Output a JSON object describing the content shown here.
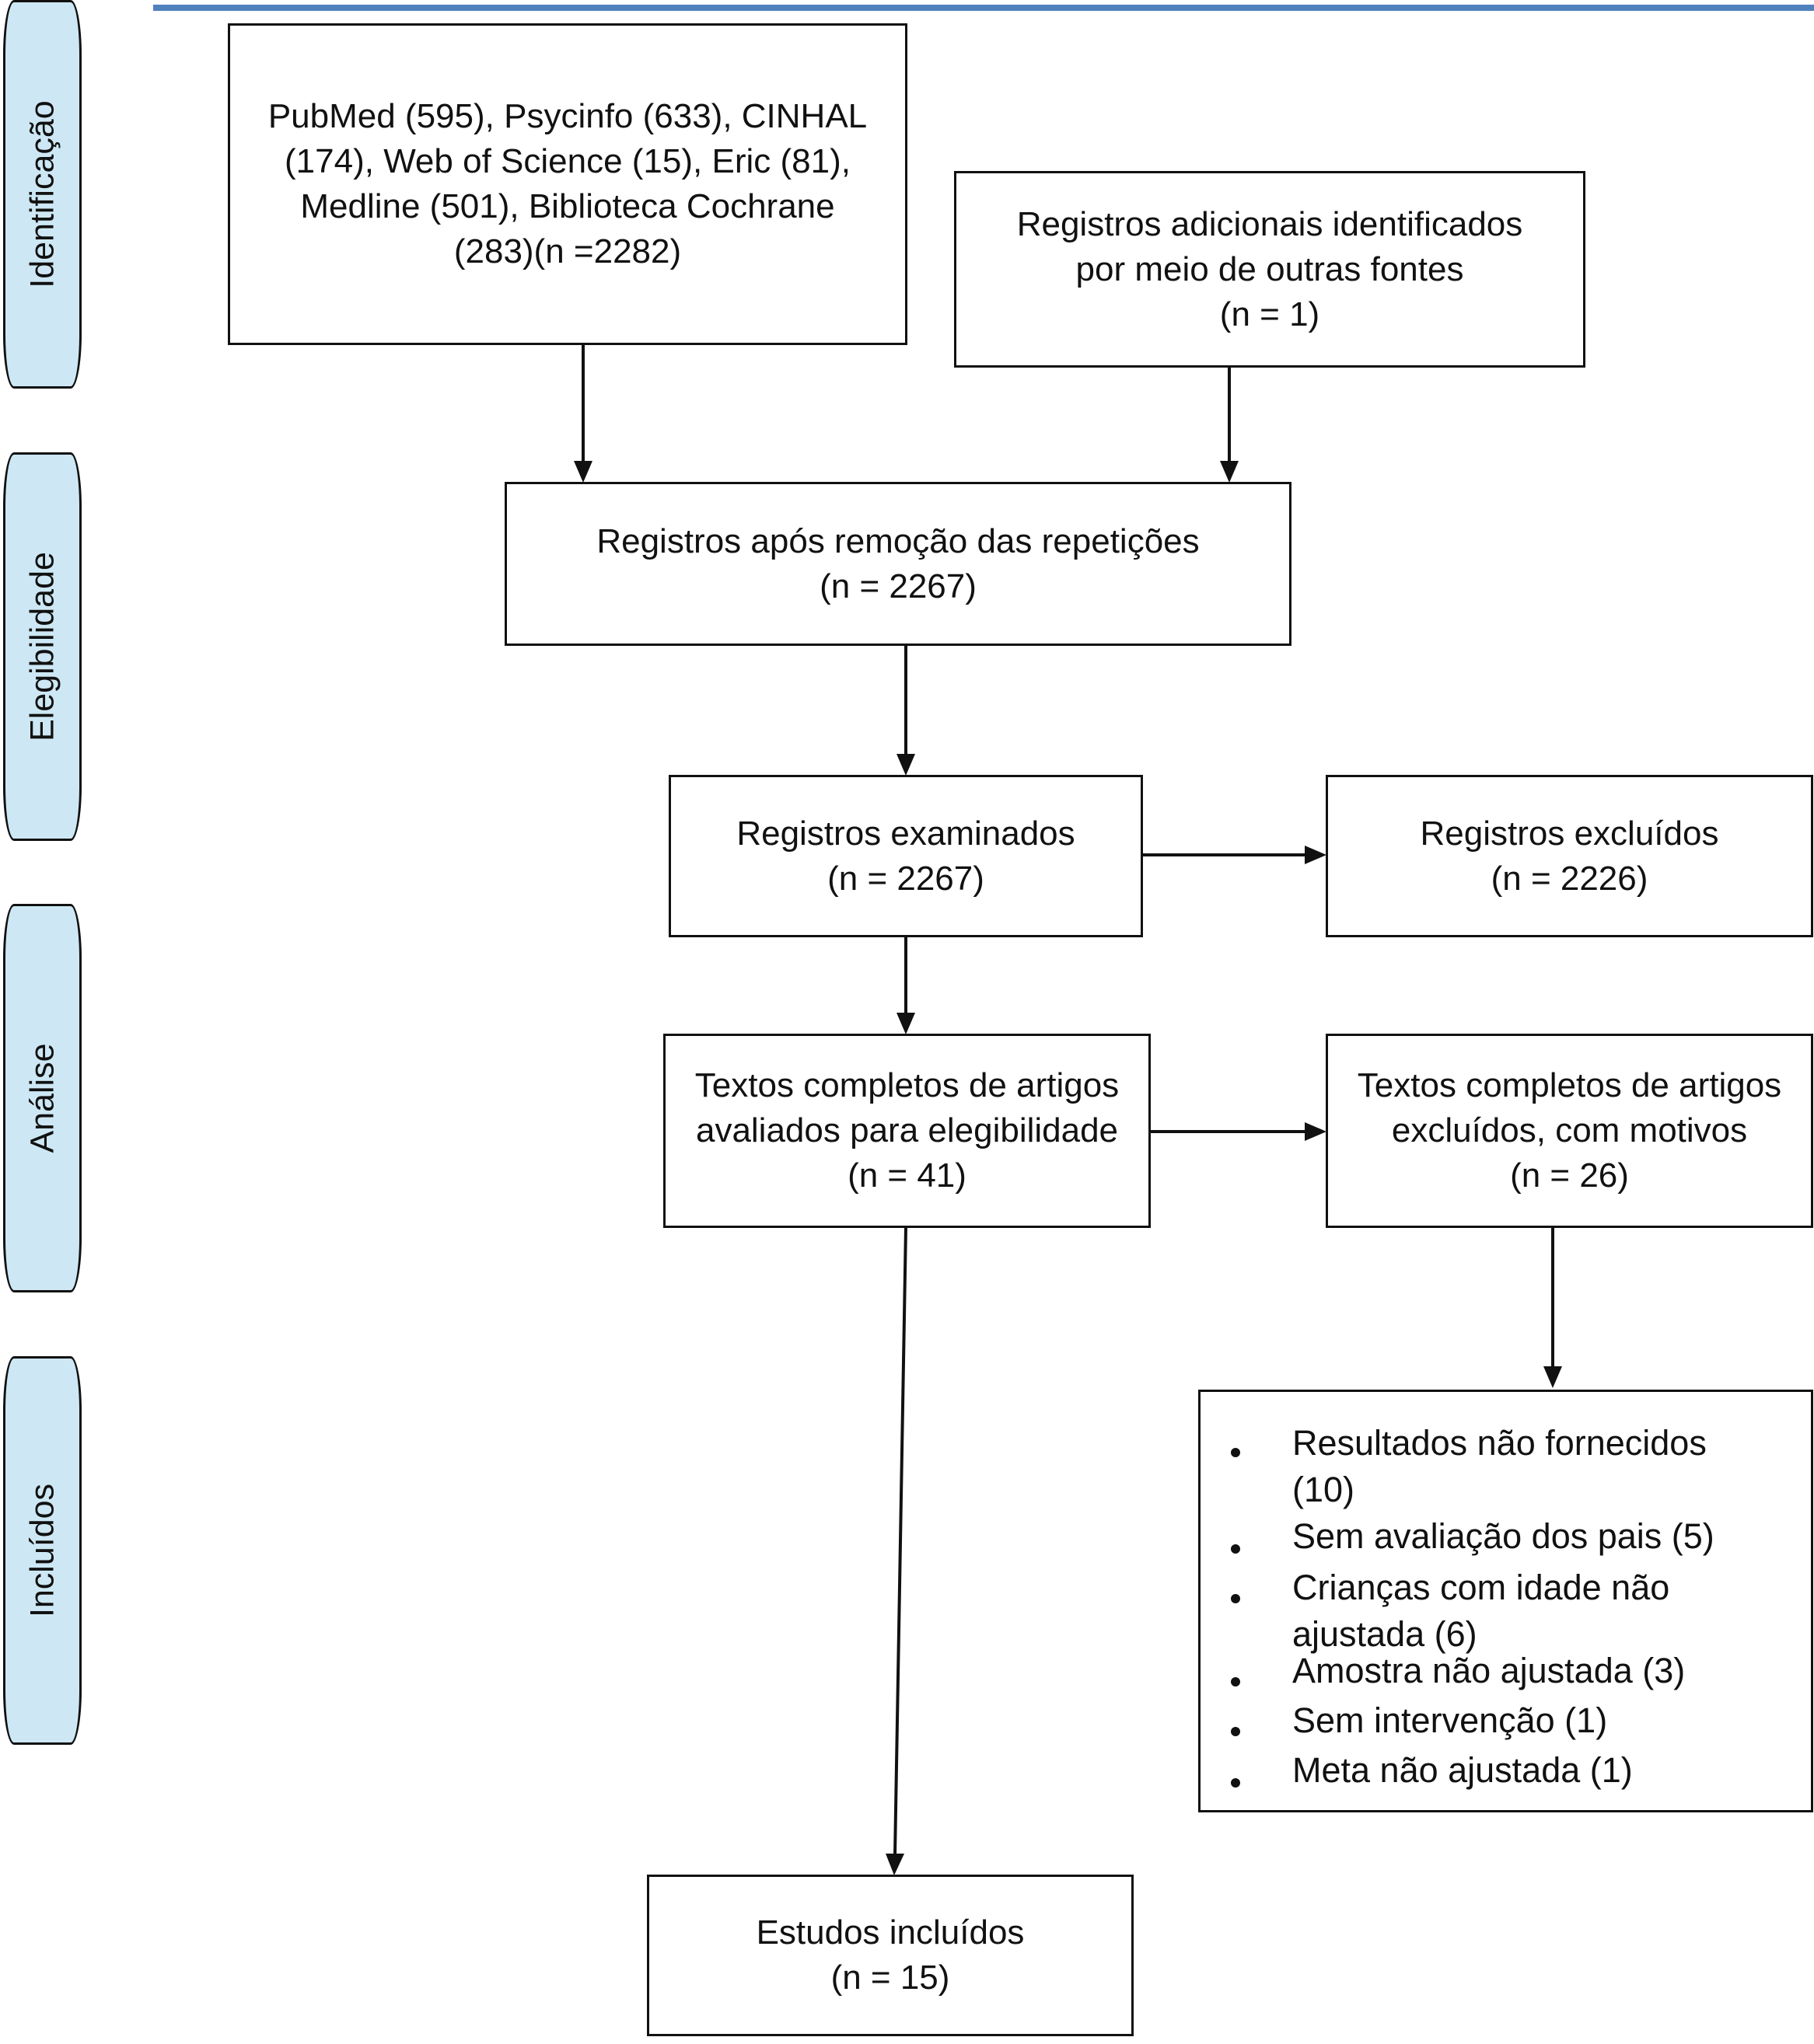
{
  "stages": [
    {
      "id": "identificacao",
      "label": "Identificação"
    },
    {
      "id": "elegibilidade",
      "label": "Elegibilidade"
    },
    {
      "id": "analise",
      "label": "Análise"
    },
    {
      "id": "incluidos",
      "label": "Incluídos"
    }
  ],
  "boxes": {
    "databases": [
      "PubMed (595), Psycinfo (633), CINHAL",
      "(174), Web of Science (15), Eric (81),",
      "Medline (501), Biblioteca Cochrane",
      "(283)(n =2282)"
    ],
    "additional": [
      "Registros adicionais identificados",
      "por meio de outras fontes",
      "(n = 1)"
    ],
    "after_duplicates": [
      "Registros após remoção das repetições",
      "(n = 2267)"
    ],
    "screened": [
      "Registros examinados",
      "(n = 2267)"
    ],
    "excluded": [
      "Registros excluídos",
      "(n = 2226)"
    ],
    "full_text": [
      "Textos completos de artigos",
      "avaliados para elegibilidade",
      "(n = 41)"
    ],
    "full_text_excluded": [
      "Textos completos de artigos",
      "excluídos, com motivos",
      "(n = 26)"
    ],
    "included": [
      "Estudos incluídos",
      "(n = 15)"
    ]
  },
  "exclusion_reasons": [
    [
      "Resultados não fornecidos",
      "(10)"
    ],
    [
      "Sem avaliação dos pais (5)"
    ],
    [
      "Crianças com idade não",
      "ajustada (6)"
    ],
    [
      "Amostra não ajustada (3)"
    ],
    [
      "Sem intervenção (1)"
    ],
    [
      "Meta não ajustada (1)"
    ]
  ],
  "colors": {
    "stage_fill": "#cde8f4",
    "top_rule": "#4f81bd",
    "line": "#111111"
  }
}
